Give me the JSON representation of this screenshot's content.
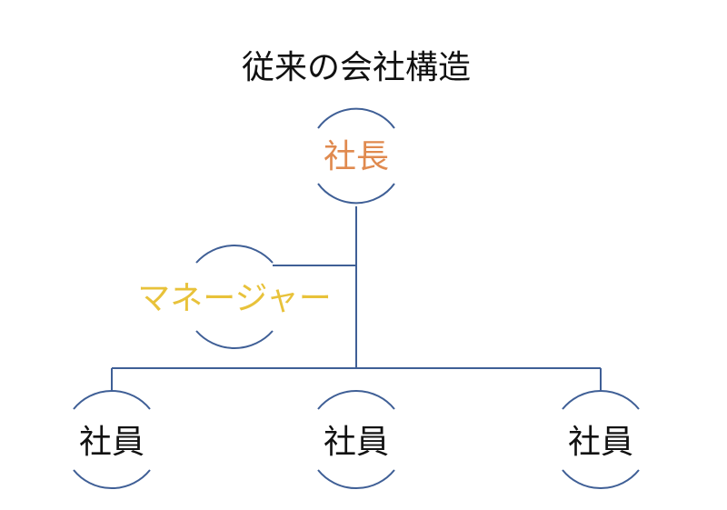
{
  "title": "従来の会社構造",
  "colors": {
    "line": "#3f5f96",
    "title": "#111111",
    "president": "#e08a4f",
    "manager": "#e8c23a",
    "employee": "#111111"
  },
  "nodes": {
    "president": {
      "label": "社長",
      "color_key": "president"
    },
    "manager": {
      "label": "マネージャー",
      "color_key": "manager"
    },
    "employees": [
      {
        "label": "社員",
        "color_key": "employee"
      },
      {
        "label": "社員",
        "color_key": "employee"
      },
      {
        "label": "社員",
        "color_key": "employee"
      }
    ]
  }
}
